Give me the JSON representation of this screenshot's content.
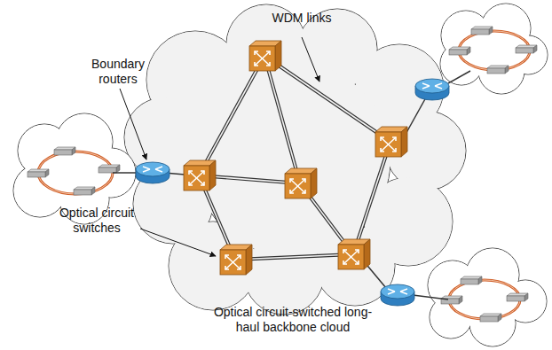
{
  "diagram": {
    "labels": [
      "WDM links",
      "Boundary routers",
      "Optical circuit switches",
      "Optical circuit-switched long-haul backbone cloud"
    ]
  }
}
